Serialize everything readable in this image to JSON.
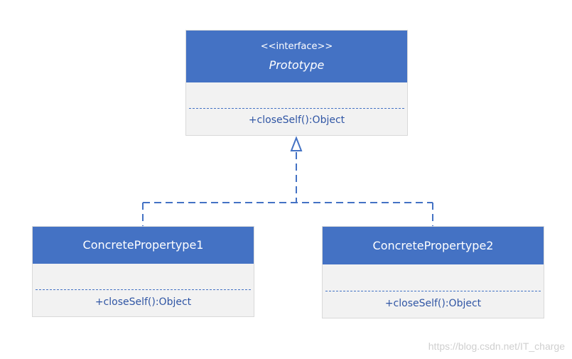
{
  "diagram": {
    "interface_class": {
      "stereotype": "<<interface>>",
      "name": "Prototype",
      "method": "+closeSelf():Object"
    },
    "concrete_class_1": {
      "name": "ConcretePropertype1",
      "method": "+closeSelf():Object"
    },
    "concrete_class_2": {
      "name": "ConcretePropertype2",
      "method": "+closeSelf():Object"
    },
    "relationship": "realization",
    "colors": {
      "header": "#4472c4",
      "body": "#f2f2f2",
      "text": "#2f55a4",
      "border": "#d9d9d9"
    }
  },
  "watermark": "https://blog.csdn.net/IT_charge"
}
